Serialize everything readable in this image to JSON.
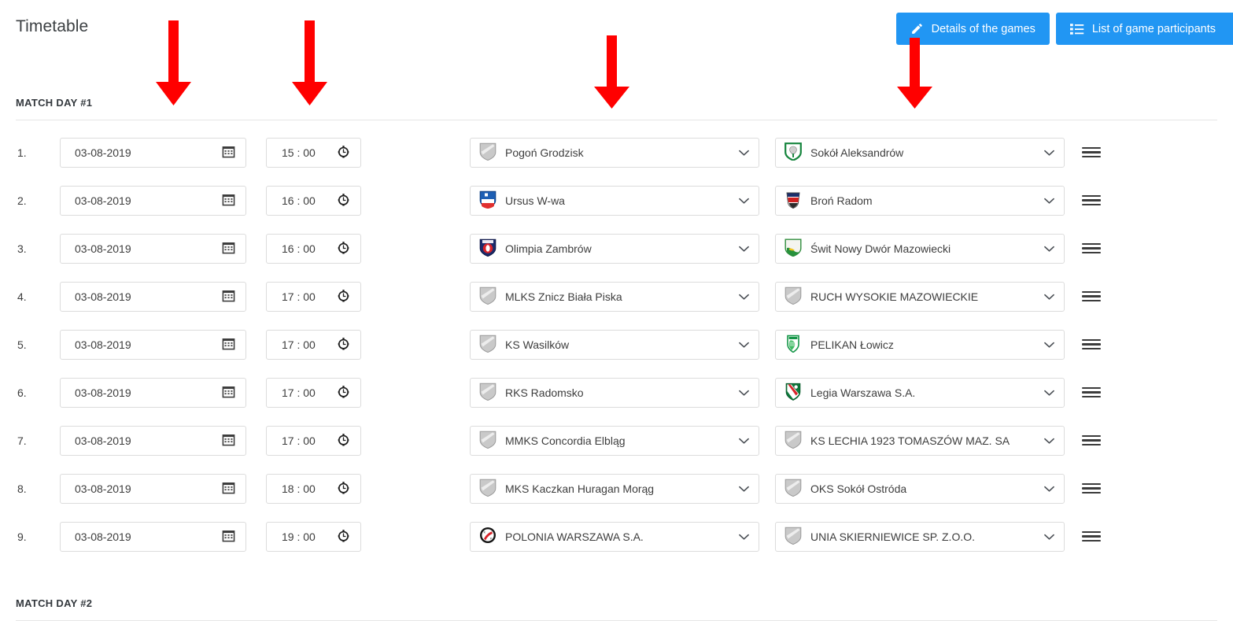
{
  "header": {
    "title": "Timetable",
    "buttons": [
      {
        "label": "Details of the games",
        "icon": "pencil-icon"
      },
      {
        "label": "List of game participants",
        "icon": "list-icon"
      }
    ],
    "accent_color": "#2196f3"
  },
  "sections": [
    {
      "label": "MATCH DAY #1"
    },
    {
      "label": "MATCH DAY #2"
    }
  ],
  "annotations": {
    "color": "#ff0000",
    "arrows": [
      {
        "name": "arrow-to-date-column"
      },
      {
        "name": "arrow-to-time-column"
      },
      {
        "name": "arrow-to-team-column"
      },
      {
        "name": "arrow-to-details-button"
      }
    ]
  },
  "rows": [
    {
      "index": "1.",
      "date": "03-08-2019",
      "time": "15 : 00",
      "home": "Pogoń Grodzisk",
      "home_crest": "grey-shield",
      "away": "Sokół Aleksandrów",
      "away_crest": "green-shield"
    },
    {
      "index": "2.",
      "date": "03-08-2019",
      "time": "16 : 00",
      "home": "Ursus W-wa",
      "home_crest": "blue-shield",
      "away": "Broń Radom",
      "away_crest": "red-blue-shield"
    },
    {
      "index": "3.",
      "date": "03-08-2019",
      "time": "16 : 00",
      "home": "Olimpia Zambrów",
      "home_crest": "navy-circle",
      "away": "Świt Nowy Dwór Mazowiecki",
      "away_crest": "green-yellow-shield"
    },
    {
      "index": "4.",
      "date": "03-08-2019",
      "time": "17 : 00",
      "home": "MLKS Znicz Biała Piska",
      "home_crest": "grey-shield",
      "away": "RUCH WYSOKIE MAZOWIECKIE",
      "away_crest": "grey-shield"
    },
    {
      "index": "5.",
      "date": "03-08-2019",
      "time": "17 : 00",
      "home": "KS Wasilków",
      "home_crest": "grey-shield",
      "away": "PELIKAN Łowicz",
      "away_crest": "green-pelican"
    },
    {
      "index": "6.",
      "date": "03-08-2019",
      "time": "17 : 00",
      "home": "RKS Radomsko",
      "home_crest": "grey-shield",
      "away": "Legia Warszawa S.A.",
      "away_crest": "legia-shield"
    },
    {
      "index": "7.",
      "date": "03-08-2019",
      "time": "17 : 00",
      "home": "MMKS Concordia Elbląg",
      "home_crest": "grey-shield",
      "away": "KS LECHIA 1923 TOMASZÓW MAZ. SA",
      "away_crest": "grey-shield"
    },
    {
      "index": "8.",
      "date": "03-08-2019",
      "time": "18 : 00",
      "home": "MKS Kaczkan Huragan Morąg",
      "home_crest": "grey-shield",
      "away": "OKS Sokół Ostróda",
      "away_crest": "grey-shield"
    },
    {
      "index": "9.",
      "date": "03-08-2019",
      "time": "19 : 00",
      "home": "POLONIA WARSZAWA S.A.",
      "home_crest": "polonia-circle",
      "away": "UNIA SKIERNIEWICE SP. Z.O.O.",
      "away_crest": "grey-shield"
    }
  ],
  "icons": {
    "date": "calendar-icon",
    "time": "clock-icon",
    "dropdown": "chevron-down-icon",
    "drag": "drag-handle-icon"
  }
}
